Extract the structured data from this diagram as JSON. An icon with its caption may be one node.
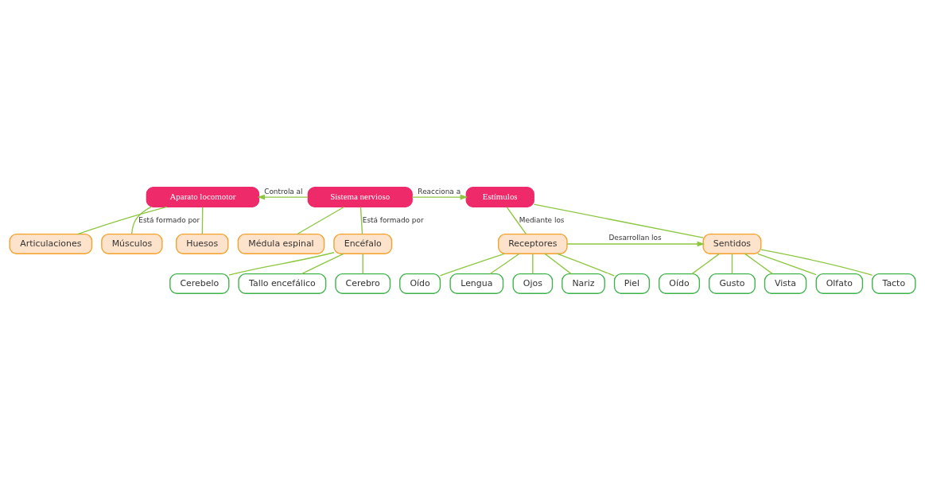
{
  "diagram": {
    "nodes": [
      {
        "text": [
          "Sistema nervioso"
        ]
      },
      {
        "text": [
          "Aparato locomotor"
        ]
      },
      {
        "text": [
          "Estímulos"
        ]
      },
      {
        "text": [
          "Músculos"
        ]
      },
      {
        "text": [
          "Huesos"
        ]
      },
      {
        "text": [
          "Articulaciones"
        ]
      },
      {
        "text": [
          "Encéfalo"
        ]
      },
      {
        "text": [
          "Médula espinal"
        ]
      },
      {
        "text": [
          "Receptores"
        ]
      },
      {
        "text": [
          "Sentidos"
        ]
      },
      {
        "text": [
          "Cerebro"
        ]
      },
      {
        "text": [
          "Cerebelo"
        ]
      },
      {
        "text": [
          "Tallo encefálico"
        ]
      },
      {
        "text": [
          "Ojos"
        ]
      },
      {
        "text": [
          "Nariz"
        ]
      },
      {
        "text": [
          "Piel"
        ]
      },
      {
        "text": [
          "Oído"
        ]
      },
      {
        "text": [
          "Lengua"
        ]
      },
      {
        "text": [
          "Vista"
        ]
      },
      {
        "text": [
          "Olfato"
        ]
      },
      {
        "text": [
          "Tacto"
        ]
      },
      {
        "text": [
          "Oído"
        ]
      },
      {
        "text": [
          "Gusto"
        ]
      }
    ],
    "edges": [
      {
        "from": 0,
        "to": 1,
        "arrow": "to",
        "label": "Controla al"
      },
      {
        "from": 0,
        "to": 2,
        "arrow": "to",
        "label": "Reacciona a"
      },
      {
        "from": 1,
        "to": 3,
        "arrow": "none",
        "label": "Está formado por"
      },
      {
        "from": 1,
        "to": 4,
        "arrow": "none"
      },
      {
        "from": 1,
        "to": 5,
        "arrow": "none"
      },
      {
        "from": 0,
        "to": 6,
        "arrow": "none",
        "label": "Está formado por"
      },
      {
        "from": 0,
        "to": 7,
        "arrow": "none"
      },
      {
        "from": 2,
        "to": 8,
        "arrow": "none",
        "label": "Mediante los"
      },
      {
        "from": 2,
        "to": 9,
        "arrow": "none"
      },
      {
        "from": 8,
        "to": 9,
        "arrow": "to",
        "label": "Desarrollan los"
      },
      {
        "from": 6,
        "to": 10,
        "arrow": "none"
      },
      {
        "from": 6,
        "to": 11,
        "arrow": "none"
      },
      {
        "from": 6,
        "to": 12,
        "arrow": "none"
      },
      {
        "from": 8,
        "to": 13,
        "arrow": "none"
      },
      {
        "from": 8,
        "to": 14,
        "arrow": "none"
      },
      {
        "from": 8,
        "to": 15,
        "arrow": "none"
      },
      {
        "from": 8,
        "to": 16,
        "arrow": "none"
      },
      {
        "from": 8,
        "to": 17,
        "arrow": "none"
      },
      {
        "from": 9,
        "to": 18,
        "arrow": "none"
      },
      {
        "from": 9,
        "to": 19,
        "arrow": "none"
      },
      {
        "from": 9,
        "to": 20,
        "arrow": "none"
      },
      {
        "from": 9,
        "to": 21,
        "arrow": "none"
      },
      {
        "from": 9,
        "to": 22,
        "arrow": "none"
      }
    ]
  }
}
